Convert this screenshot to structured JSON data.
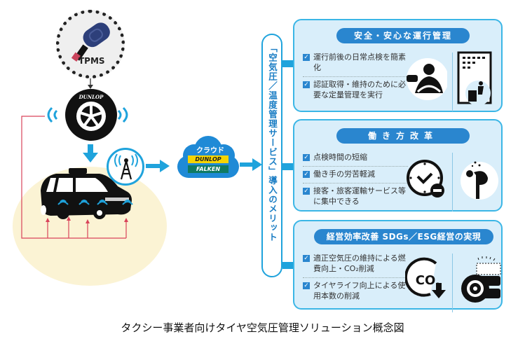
{
  "left": {
    "tpms_label": "TPMS",
    "tire_brand": "DUNLOP",
    "cloud": {
      "label": "クラウド",
      "logos": [
        "DUNLOP",
        "FALKEN"
      ]
    }
  },
  "pill": {
    "text": "「空気圧／温度管理サービス」導入のメリット"
  },
  "benefits": [
    {
      "title": "安全・安心な運行管理",
      "items": [
        "運行前後の日常点検を簡素化",
        "認証取得・維持のために必要な定量管理を実行"
      ],
      "icons": [
        "driver-steering-icon",
        "office-worker-icon"
      ]
    },
    {
      "title": "働き方改革",
      "items": [
        "点検時間の短縮",
        "働き手の労苦軽減",
        "接客・旅客運輸サービス等に集中できる"
      ],
      "icons": [
        "clock-minus-icon",
        "tired-person-icon"
      ]
    },
    {
      "title": "経営効率改善 SDGs／ESG経営の実現",
      "items": [
        "適正空気圧の維持による燃費向上・CO₂削減",
        "タイヤライフ向上による使用本数の削減"
      ],
      "icons": [
        "co2-reduction-icon",
        "tire-stack-icon"
      ]
    }
  ],
  "caption": "タクシー事業者向けタイヤ空気圧管理ソリューション概念図",
  "colors": {
    "accent_blue": "#1fa3dc",
    "title_blue": "#2a86cf",
    "box_fill": "#d9eefa",
    "sensor_line": "#d9435a"
  }
}
